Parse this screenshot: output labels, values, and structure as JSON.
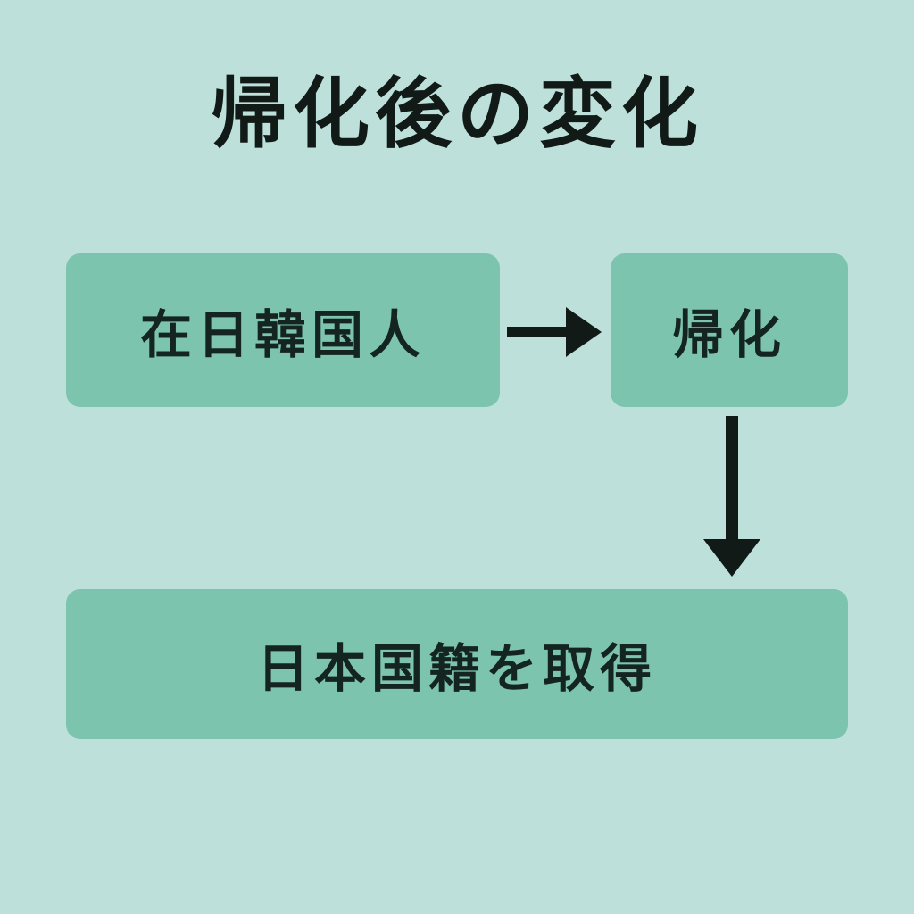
{
  "diagram": {
    "title": "帰化後の変化",
    "nodes": {
      "zainichi": "在日韓国人",
      "kika": "帰化",
      "kokuseki": "日本国籍を取得"
    },
    "edges": [
      {
        "from": "zainichi",
        "to": "kika"
      },
      {
        "from": "kika",
        "to": "kokuseki"
      }
    ]
  },
  "colors": {
    "background": "#bde0da",
    "box_fill": "#7dc4ae",
    "text": "#111a17",
    "arrow": "#111a17"
  }
}
